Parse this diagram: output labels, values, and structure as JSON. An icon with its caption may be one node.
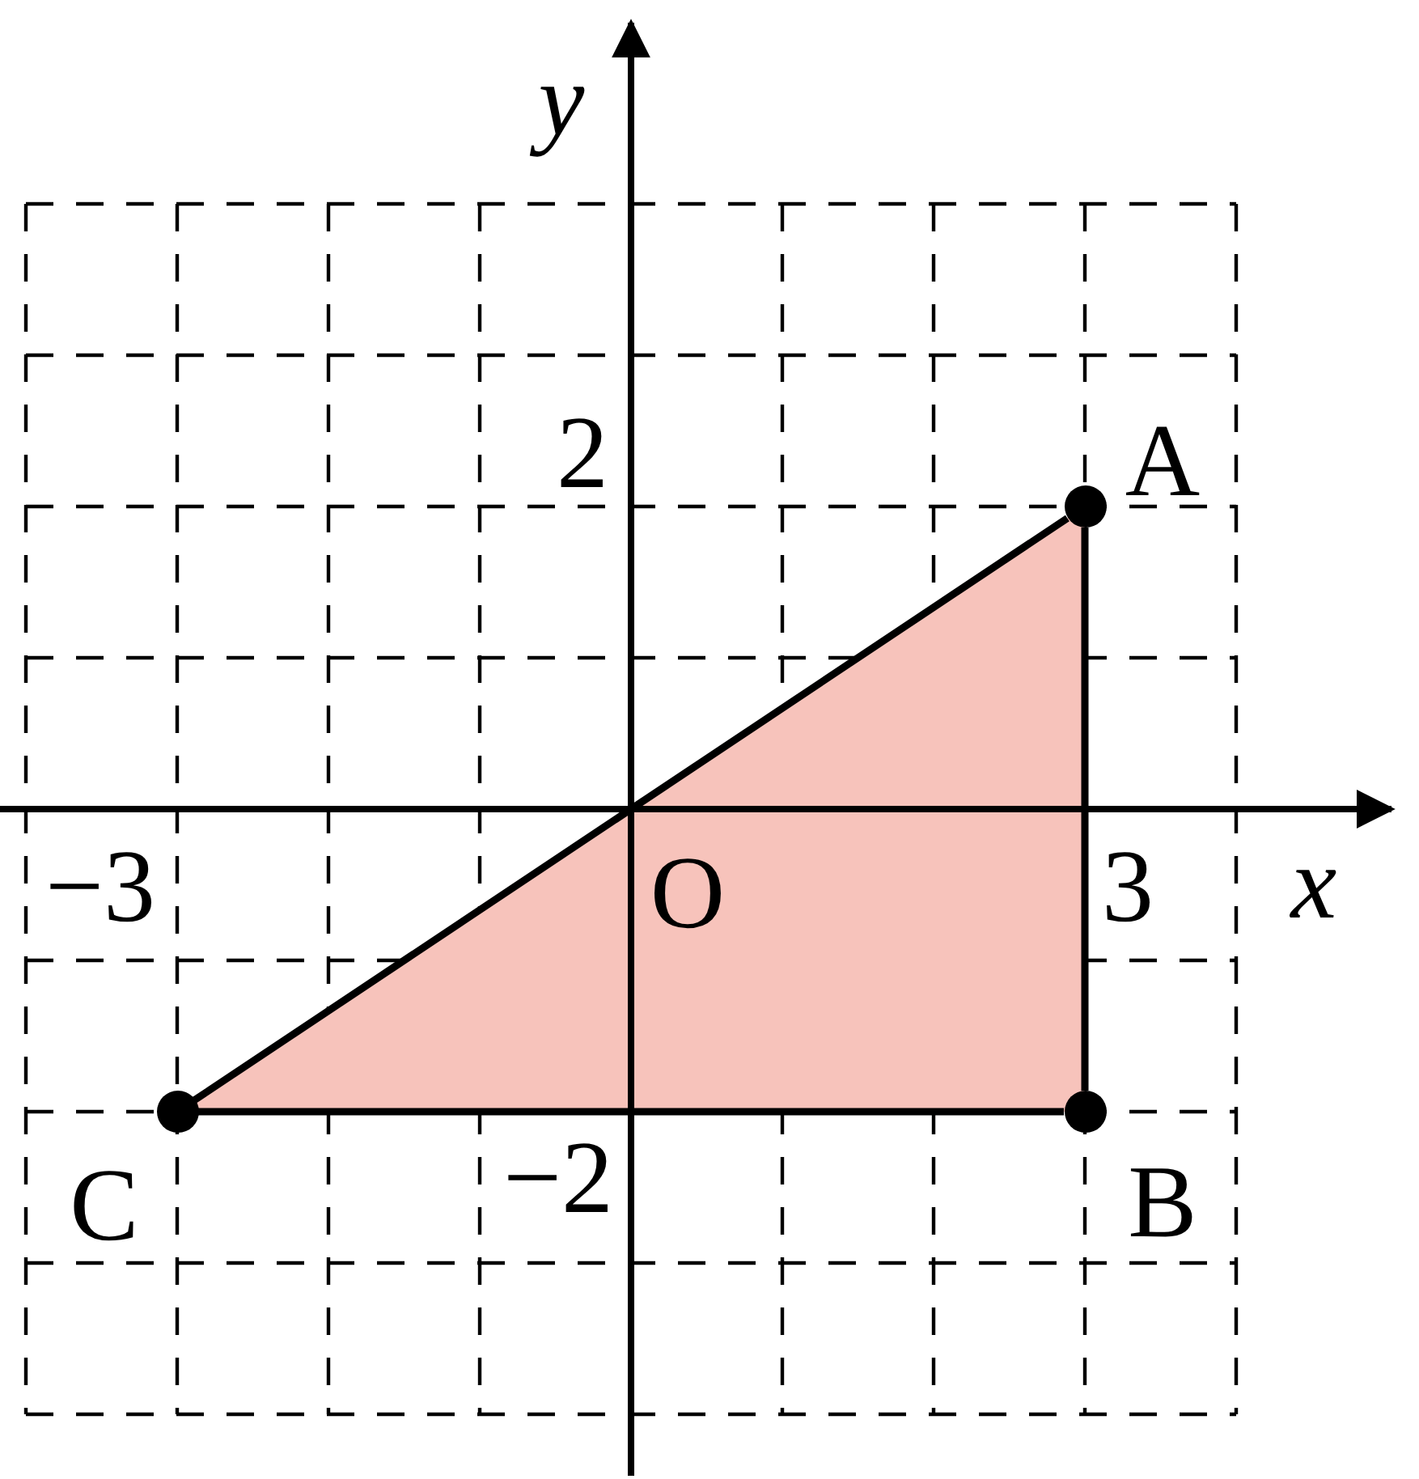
{
  "diagram": {
    "nodes": [
      {
        "text": [
          "A"
        ]
      },
      {
        "text": [
          "B"
        ]
      },
      {
        "text": [
          "C"
        ]
      }
    ],
    "edges": [
      {
        "from": 0,
        "to": 1,
        "arrow": "none"
      },
      {
        "from": 1,
        "to": 2,
        "arrow": "none"
      },
      {
        "from": 2,
        "to": 0,
        "arrow": "none"
      }
    ],
    "labels": [
      "y",
      "2",
      "−3",
      "O",
      "3",
      "x",
      "−2"
    ]
  }
}
